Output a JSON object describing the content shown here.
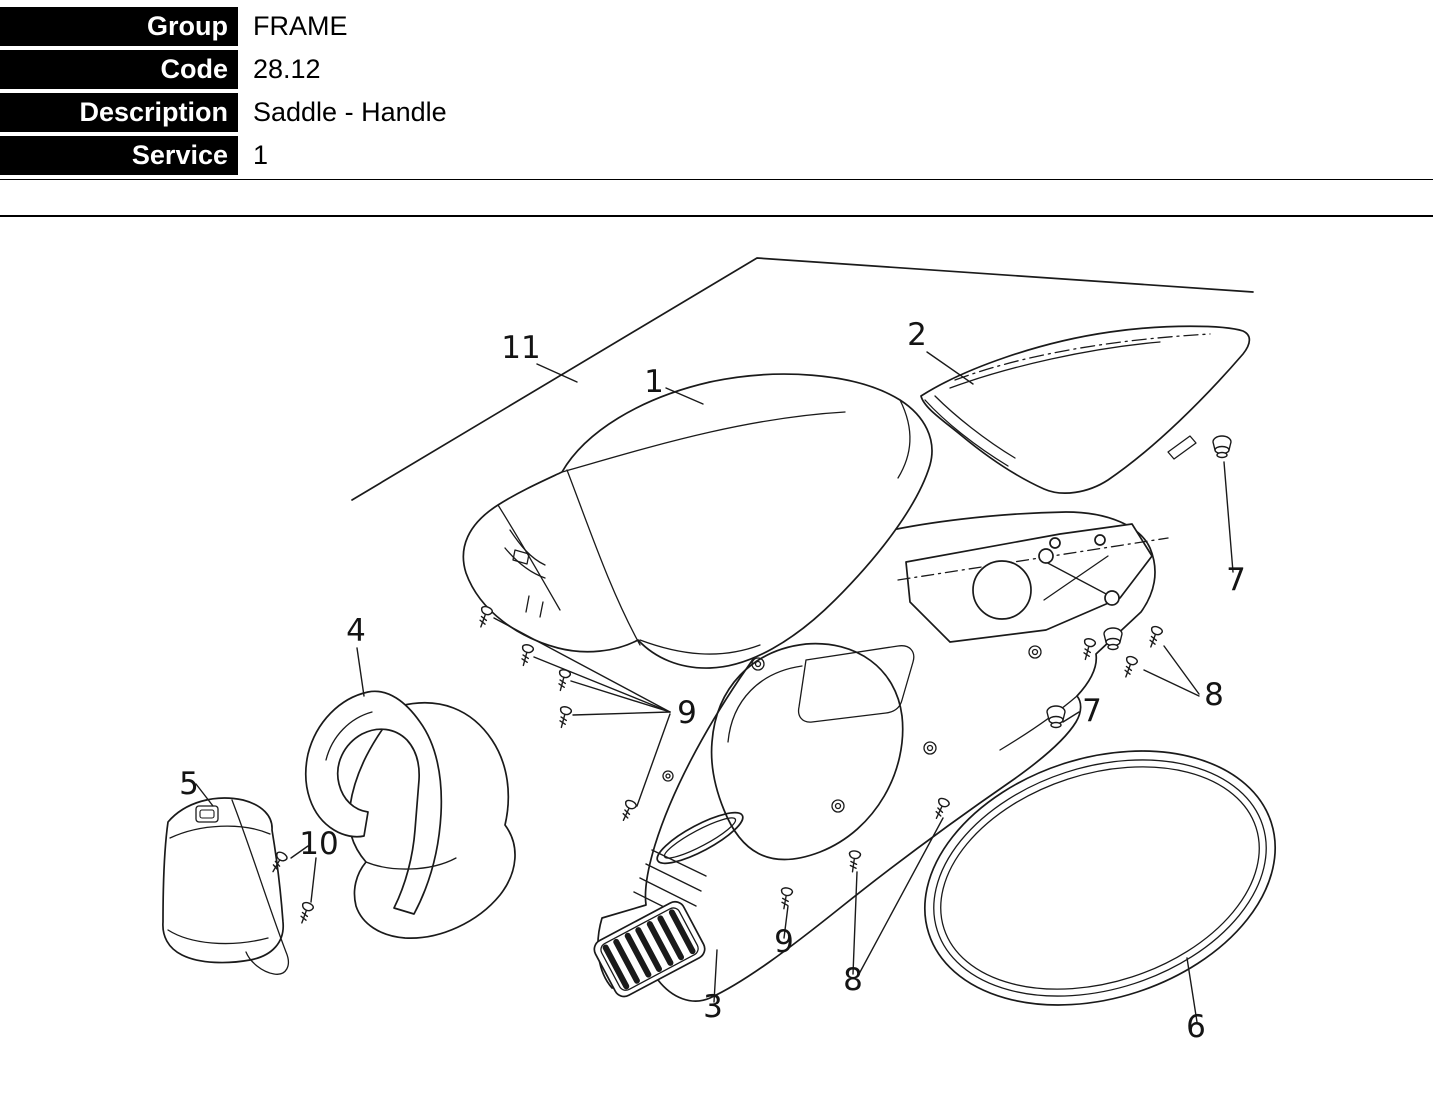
{
  "header": {
    "rows": [
      {
        "label": "Group",
        "value": "FRAME"
      },
      {
        "label": "Code",
        "value": "28.12"
      },
      {
        "label": "Description",
        "value": "Saddle - Handle"
      },
      {
        "label": "Service",
        "value": "1"
      }
    ]
  },
  "diagram": {
    "description": "Exploded parts diagram of saddle and handle assembly with numbered callouts",
    "callouts": [
      {
        "label": "1"
      },
      {
        "label": "2"
      },
      {
        "label": "3"
      },
      {
        "label": "4"
      },
      {
        "label": "5"
      },
      {
        "label": "6"
      },
      {
        "label": "7"
      },
      {
        "label": "7"
      },
      {
        "label": "8"
      },
      {
        "label": "8"
      },
      {
        "label": "9"
      },
      {
        "label": "9"
      },
      {
        "label": "10"
      },
      {
        "label": "11"
      }
    ]
  },
  "colors": {
    "header_bg": "#000000",
    "header_fg": "#ffffff",
    "line": "#1a1a1a",
    "page_bg": "#ffffff"
  }
}
